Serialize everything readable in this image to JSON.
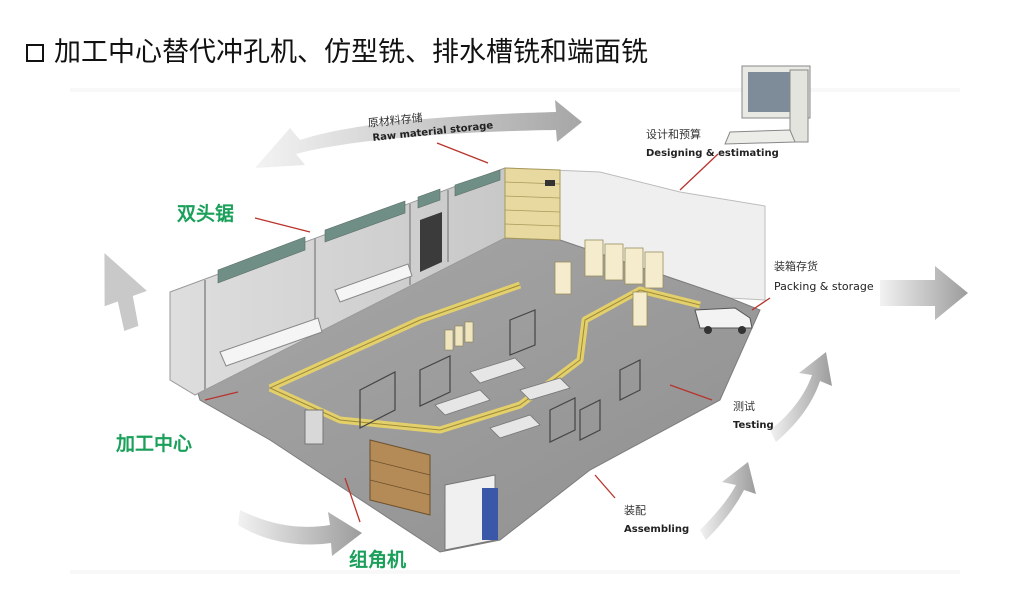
{
  "title": "加工中心替代冲孔机、仿型铣、排水槽铣和端面铣",
  "stations": {
    "raw": {
      "zh": "原材料存储",
      "en": "Raw material storage"
    },
    "design": {
      "zh": "设计和预算",
      "en": "Designing & estimating"
    },
    "packing": {
      "zh": "装箱存货",
      "en": "Packing & storage"
    },
    "testing": {
      "zh": "测试",
      "en": "Testing"
    },
    "assembling": {
      "zh": "装配",
      "en": "Assembling"
    }
  },
  "highlights": {
    "double_saw": "双头锯",
    "machining_center": "加工中心",
    "corner_machine": "组角机"
  },
  "colors": {
    "highlight_green": "#1aa05a",
    "conveyor_yellow": "#e4d06a",
    "leader_line": "#b8342c",
    "arrow_gray": "#bdbdbd",
    "floor_gray": "#9a9a9a",
    "wall_gray": "#d4d4d4"
  },
  "icons": [
    "checkbox-bullet-icon",
    "computer-workstation-icon",
    "delivery-truck-icon",
    "cycle-arrow-icon"
  ]
}
